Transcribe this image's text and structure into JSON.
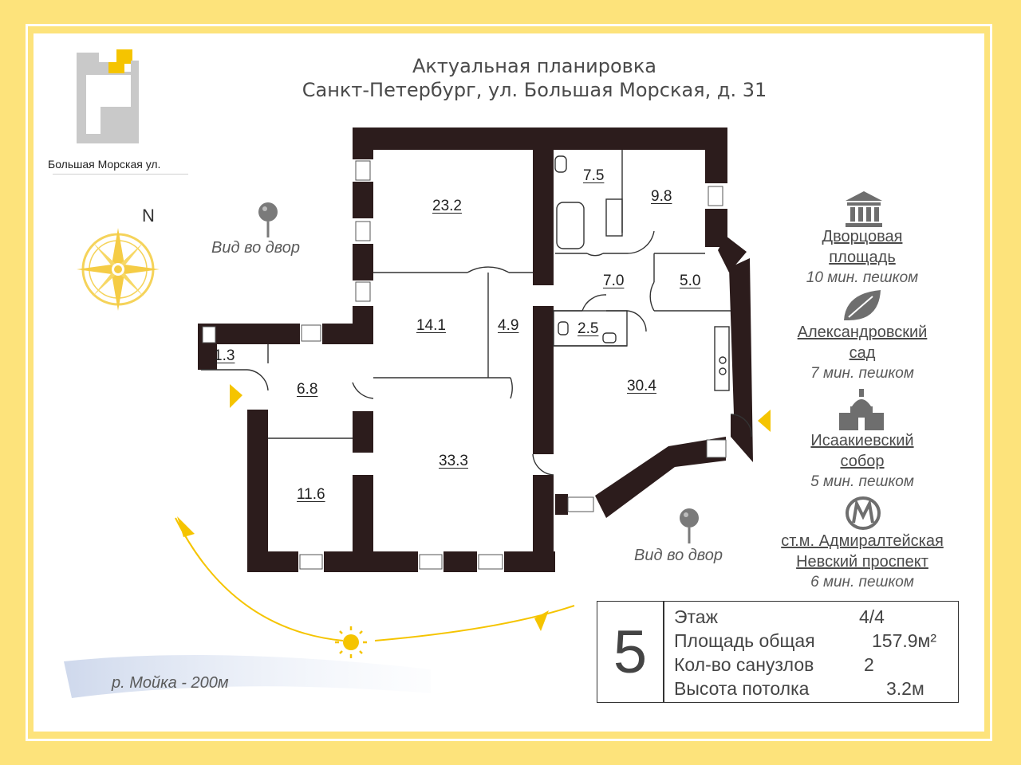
{
  "header": {
    "title_line1": "Актуальная планировка",
    "title_line2": "Санкт-Петербург, ул. Большая Морская, д. 31"
  },
  "building_map": {
    "street_label": "Большая Морская ул."
  },
  "compass": {
    "north_label": "N"
  },
  "views": {
    "yard_view_left": "Вид во двор",
    "yard_view_right": "Вид во двор"
  },
  "river": {
    "label": "р. Мойка - 200м"
  },
  "rooms": [
    "23.2",
    "7.5",
    "9.8",
    "7.0",
    "5.0",
    "14.1",
    "4.9",
    "2.5",
    "1.3",
    "6.8",
    "30.4",
    "33.3",
    "11.6"
  ],
  "poi": [
    {
      "icon": "palace-columns-icon",
      "name_line1": "Дворцовая",
      "name_line2": "площадь",
      "time": "10 мин. пешком"
    },
    {
      "icon": "leaf-icon",
      "name_line1": "Александровский",
      "name_line2": "сад",
      "time": "7 мин. пешком"
    },
    {
      "icon": "cathedral-icon",
      "name_line1": "Исаакиевский",
      "name_line2": "собор",
      "time": "5 мин. пешком"
    },
    {
      "icon": "metro-icon",
      "name_line1": "ст.м. Адмиралтейская",
      "name_line2": "Невский проспект",
      "time": "6 мин. пешком"
    }
  ],
  "stats": {
    "floor_number": "5",
    "rows": [
      {
        "label": "Этаж",
        "value": "4/4"
      },
      {
        "label": "Площадь общая",
        "value": "157.9м²"
      },
      {
        "label": "Кол-во санузлов",
        "value": "2"
      },
      {
        "label": "Высота потолка",
        "value": "3.2м"
      }
    ]
  },
  "colors": {
    "wall": "#2c1c1c",
    "accent": "#f5c400",
    "frame": "#fde37b"
  }
}
